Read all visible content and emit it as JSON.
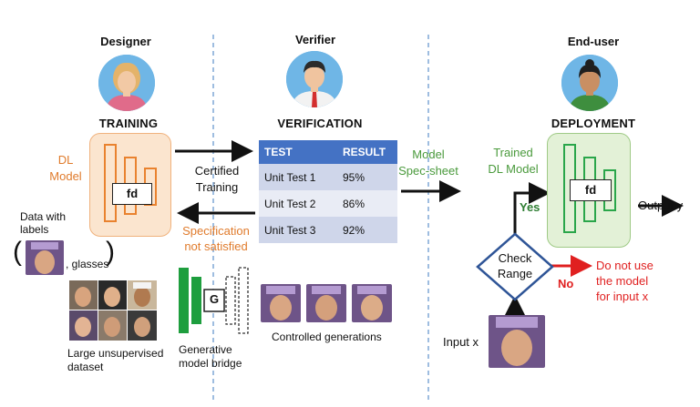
{
  "roles": {
    "designer": "Designer",
    "verifier": "Verifier",
    "enduser": "End-user"
  },
  "phases": {
    "training": "TRAINING",
    "verification": "VERIFICATION",
    "deployment": "DEPLOYMENT"
  },
  "training": {
    "model_label_line1": "DL",
    "model_label_line2": "Model",
    "fd_label": "fd",
    "data_label_line1": "Data with",
    "data_label_line2": "labels",
    "paren_open": "(",
    "paren_close": ")",
    "glasses_label": ", glasses",
    "unsupervised_line1": "Large unsupervised",
    "unsupervised_line2": "dataset"
  },
  "arrows": {
    "certified_line1": "Certified",
    "certified_line2": "Training",
    "spec_line1": "Specification",
    "spec_line2": "not satisfied"
  },
  "verification": {
    "table": {
      "headers": [
        "TEST",
        "RESULT"
      ],
      "rows": [
        [
          "Unit  Test 1",
          "95%"
        ],
        [
          "Unit Test 2",
          "86%"
        ],
        [
          "Unit Test 3",
          "92%"
        ]
      ]
    },
    "g_label": "G",
    "generative_line1": "Generative",
    "generative_line2": "model bridge",
    "controlled_label": "Controlled generations"
  },
  "spec_sheet": {
    "line1": "Model",
    "line2": "Spec-sheet"
  },
  "deployment": {
    "trained_line1": "Trained",
    "trained_line2": "DL Model",
    "fd_label": "fd",
    "output_label": "Output y",
    "yes_label": "Yes",
    "no_label": "No",
    "check_line1": "Check",
    "check_line2": "Range",
    "donotuse_line1": "Do not use",
    "donotuse_line2": "the model",
    "donotuse_line3": "for input x",
    "input_label": "Input x"
  },
  "colors": {
    "orange": "#e07b2c",
    "green": "#4a9a3c",
    "red": "#e02020",
    "table_header": "#4472c4",
    "diamond_border": "#2f5597",
    "avatar_bg": "#6fb6e6",
    "dashed_divider": "#7fa7d6"
  }
}
